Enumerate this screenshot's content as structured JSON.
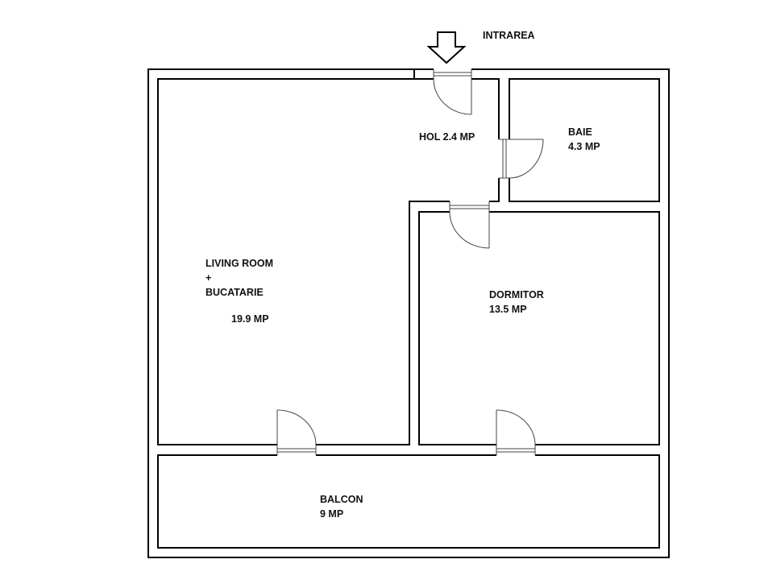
{
  "entrance": {
    "label": "INTRAREA"
  },
  "rooms": {
    "hol": {
      "label": "HOL 2.4 MP"
    },
    "baie": {
      "name": "BAIE",
      "area": "4.3 MP"
    },
    "living": {
      "name": "LIVING ROOM",
      "plus": "+",
      "name2": "BUCATARIE",
      "area": "19.9 MP"
    },
    "dormitor": {
      "name": "DORMITOR",
      "area": "13.5 MP"
    },
    "balcon": {
      "name": "BALCON",
      "area": "9 MP"
    }
  }
}
